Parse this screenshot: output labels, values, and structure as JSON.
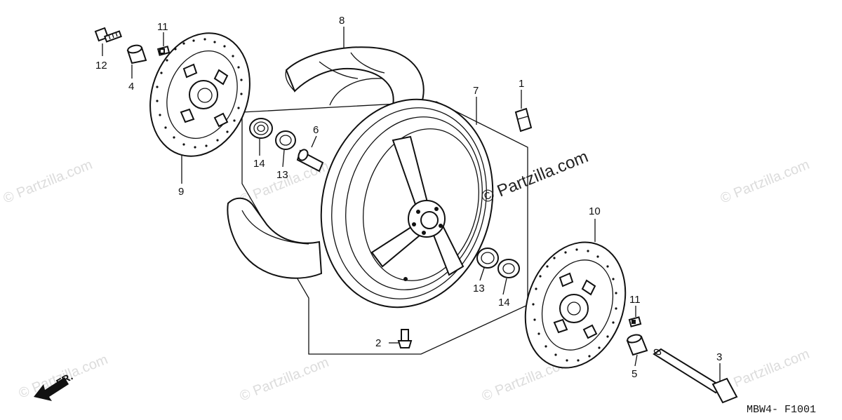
{
  "diagram": {
    "callouts": [
      {
        "id": "c8",
        "text": "8"
      },
      {
        "id": "c7",
        "text": "7"
      },
      {
        "id": "c1",
        "text": "1"
      },
      {
        "id": "c11a",
        "text": "11"
      },
      {
        "id": "c12",
        "text": "12"
      },
      {
        "id": "c4",
        "text": "4"
      },
      {
        "id": "c6",
        "text": "6"
      },
      {
        "id": "c14a",
        "text": "14"
      },
      {
        "id": "c13a",
        "text": "13"
      },
      {
        "id": "c9",
        "text": "9"
      },
      {
        "id": "c10",
        "text": "10"
      },
      {
        "id": "c13b",
        "text": "13"
      },
      {
        "id": "c14b",
        "text": "14"
      },
      {
        "id": "c11b",
        "text": "11"
      },
      {
        "id": "c2",
        "text": "2"
      },
      {
        "id": "c5",
        "text": "5"
      },
      {
        "id": "c3",
        "text": "3"
      }
    ],
    "front_indicator": "FR.",
    "figure_code": "MBW4- F1001",
    "watermark_main": "© Partzilla.com",
    "watermark_faint": "© Partzilla.com"
  }
}
